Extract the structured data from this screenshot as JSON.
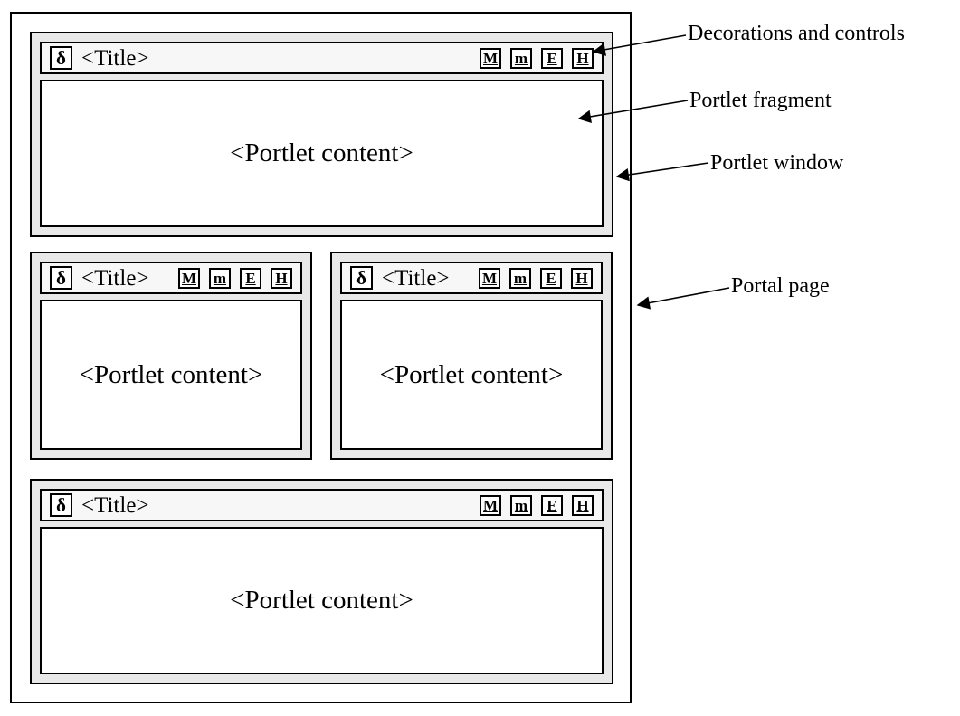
{
  "portal_page": {
    "decoration_icon_glyph": "δ",
    "controls": [
      {
        "key": "maximize",
        "label": "M"
      },
      {
        "key": "minimize",
        "label": "m"
      },
      {
        "key": "edit",
        "label": "E"
      },
      {
        "key": "help",
        "label": "H"
      }
    ],
    "portlets": [
      {
        "position": "top",
        "title": "<Title>",
        "content": "<Portlet content>"
      },
      {
        "position": "middle-left",
        "title": "<Title>",
        "content": "<Portlet content>"
      },
      {
        "position": "middle-right",
        "title": "<Title>",
        "content": "<Portlet content>"
      },
      {
        "position": "bottom",
        "title": "<Title>",
        "content": "<Portlet content>"
      }
    ]
  },
  "annotations": [
    {
      "label": "Decorations and controls"
    },
    {
      "label": "Portlet fragment"
    },
    {
      "label": "Portlet window"
    },
    {
      "label": "Portal page"
    }
  ],
  "colors": {
    "border": "#000000",
    "window_frame": "#e8e8e8",
    "titlebar_bg": "#f7f7f7",
    "content_bg": "#ffffff",
    "page_bg": "#ffffff"
  }
}
